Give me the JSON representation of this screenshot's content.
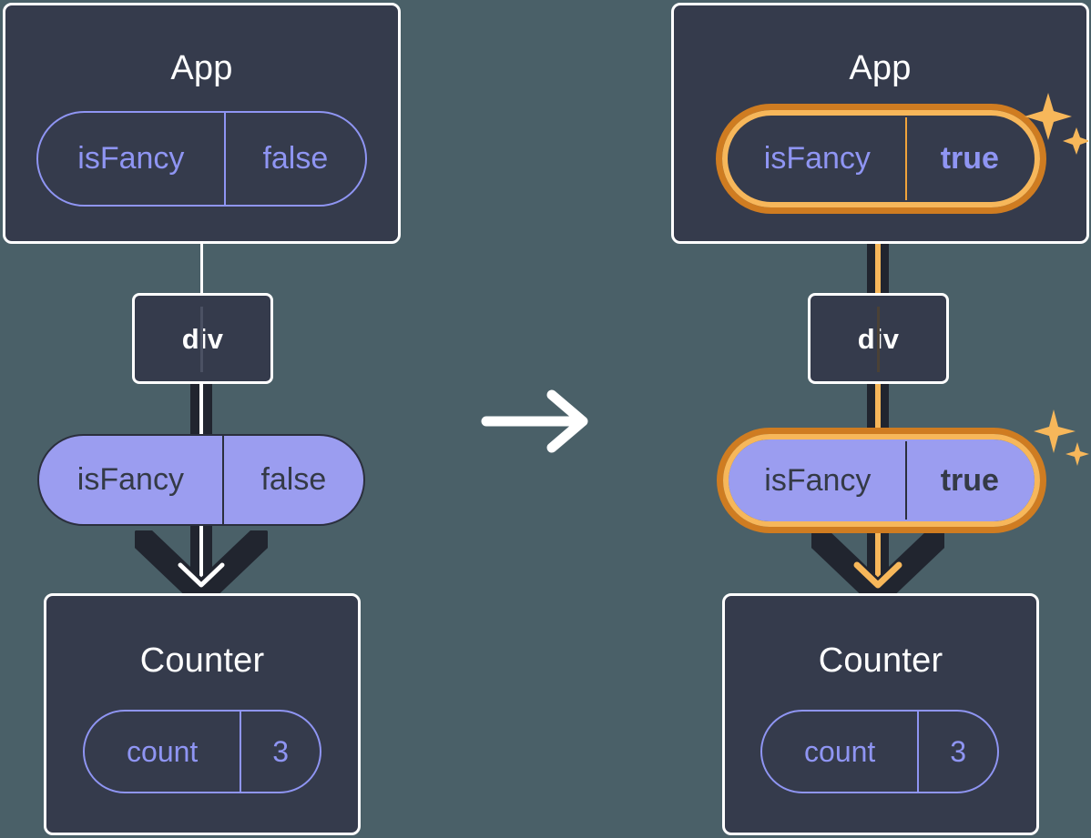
{
  "diagram": {
    "title_left": "App",
    "title_right": "App",
    "background_color": "#4a6068",
    "box_color": "#353b4c",
    "pill_fill_color": "#9b9df0",
    "pill_outline_color": "#8f95f3",
    "highlight_outer_color": "#cf7c21",
    "highlight_inner_color": "#f7b75a",
    "connector_color": "#21252f",
    "transition_icon": "arrow-right-icon"
  },
  "left": {
    "app": {
      "title": "App",
      "state": {
        "key": "isFancy",
        "value": "false"
      }
    },
    "div": {
      "label": "div"
    },
    "prop": {
      "key": "isFancy",
      "value": "false"
    },
    "counter": {
      "title": "Counter",
      "state": {
        "key": "count",
        "value": "3"
      }
    }
  },
  "right": {
    "app": {
      "title": "App",
      "state": {
        "key": "isFancy",
        "value": "true"
      },
      "highlighted": true,
      "sparkle": "sparkle-icon"
    },
    "div": {
      "label": "div"
    },
    "prop": {
      "key": "isFancy",
      "value": "true",
      "highlighted": true,
      "sparkle": "sparkle-icon"
    },
    "counter": {
      "title": "Counter",
      "state": {
        "key": "count",
        "value": "3"
      }
    }
  }
}
